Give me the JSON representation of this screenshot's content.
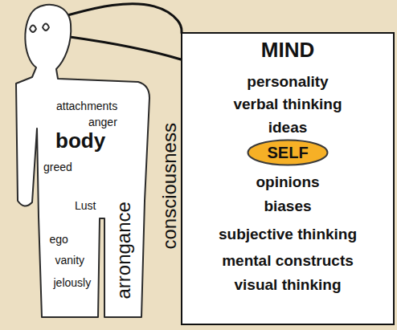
{
  "diagram": {
    "nodes": [
      {
        "text": [
          "attachments",
          "anger",
          "body",
          "greed",
          "Lust",
          "ego",
          "vanity",
          "jelously",
          "arrongance"
        ]
      },
      {
        "text": [
          "MIND",
          "personality",
          "verbal thinking",
          "ideas",
          "opinions",
          "biases",
          "subjective thinking",
          "mental constructs",
          "visual thinking"
        ]
      },
      {
        "text": [
          "SELF"
        ],
        "in": 1
      }
    ],
    "edges": [
      {
        "from": 0,
        "to": 1,
        "arrow": "none"
      }
    ],
    "labels": [
      "consciousness"
    ]
  }
}
